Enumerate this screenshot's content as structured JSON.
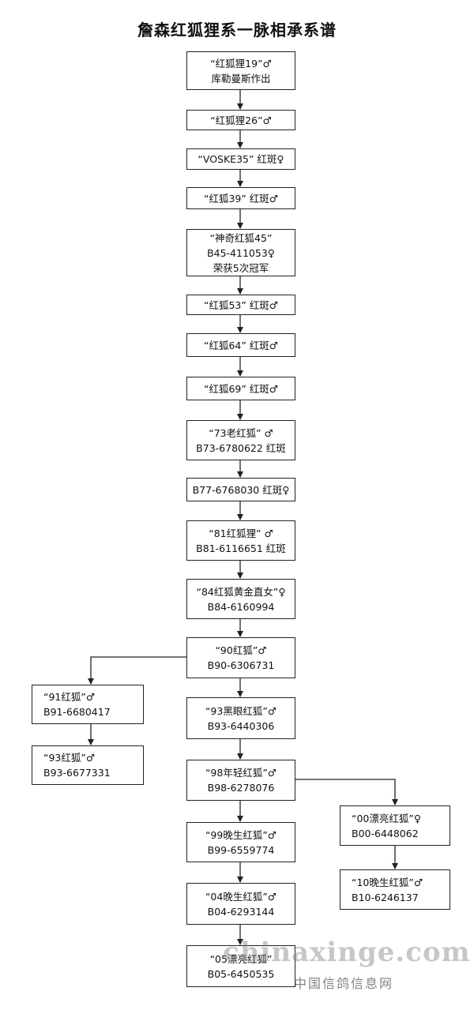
{
  "title": "詹森红狐狸系一脉相承系谱",
  "nodes": {
    "n1": [
      "“红狐狸19”♂",
      "库勒曼斯作出"
    ],
    "n2": [
      "“红狐狸26”♂"
    ],
    "n3": [
      "“VOSKE35” 红斑♀"
    ],
    "n4": [
      "“红狐39” 红斑♂"
    ],
    "n5": [
      "“神奇红狐45”",
      "B45-411053♀",
      "荣获5次冠军"
    ],
    "n6": [
      "“红狐53” 红斑♂"
    ],
    "n7": [
      "“红狐64” 红斑♂"
    ],
    "n8": [
      "“红狐69” 红斑♂"
    ],
    "n9": [
      "“73老红狐” ♂",
      "B73-6780622 红斑"
    ],
    "n10": [
      "B77-6768030 红斑♀"
    ],
    "n11": [
      "“81红狐狸” ♂",
      "B81-6116651 红斑"
    ],
    "n12": [
      "“84红狐黄金直女”♀",
      "B84-6160994"
    ],
    "n13": [
      "“90红狐”♂",
      "B90-6306731"
    ],
    "n14": [
      "“91红狐”♂",
      "B91-6680417"
    ],
    "n15": [
      "“93红狐”♂",
      "B93-6677331"
    ],
    "n16": [
      "“93黑眼红狐”♂",
      "B93-6440306"
    ],
    "n17": [
      "“98年轻红狐”♂",
      "B98-6278076"
    ],
    "n18": [
      "“00漂亮红狐”♀",
      "B00-6448062"
    ],
    "n19": [
      "“10晚生红狐”♂",
      "B10-6246137"
    ],
    "n20": [
      "“99晚生红狐”♂",
      "B99-6559774"
    ],
    "n21": [
      "“04晚生红狐”♂",
      "B04-6293144"
    ],
    "n22": [
      "“05漂亮红狐”",
      "B05-6450535"
    ]
  },
  "watermark": {
    "site": "chinaxinge.com",
    "label": "中国信鸽信息网"
  }
}
